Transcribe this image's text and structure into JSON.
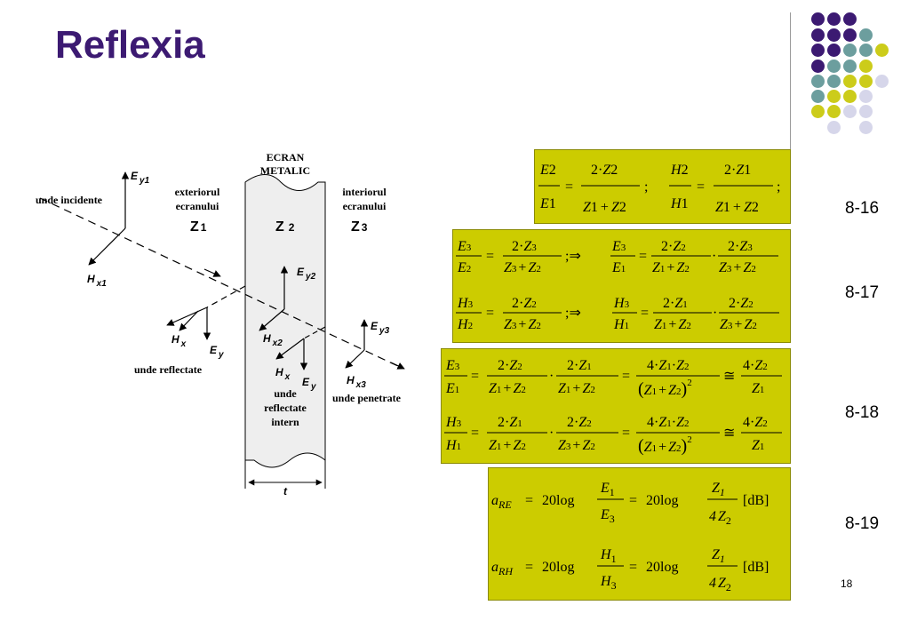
{
  "slide": {
    "title": "Reflexia",
    "page_number": "18"
  },
  "colors": {
    "title": "#3c1a72",
    "box_fill": "#cccc00",
    "dot_purple": "#3c1a72",
    "dot_teal": "#6c9e9e",
    "dot_yellow": "#cccc1a",
    "dot_lavender": "#d6d6ea"
  },
  "diagram": {
    "screen_title_1": "ECRAN",
    "screen_title_2": "METALIC",
    "exterior_1": "exteriorul",
    "exterior_2": "ecranului",
    "interior_1": "interiorul",
    "interior_2": "ecranului",
    "z1": "Z",
    "z1_sub": "1",
    "z2": "Z",
    "z2_sub": "2",
    "z3": "Z",
    "z3_sub": "3",
    "unde_incidente": "unde incidente",
    "unde_reflectate": "unde reflectate",
    "unde_penetrate": "unde penetrate",
    "reflect_int_1": "unde",
    "reflect_int_2": "reflectate",
    "reflect_int_3": "intern",
    "E": "E",
    "H": "H",
    "y1": "y1",
    "x1": "x1",
    "y2": "y2",
    "x2": "x2",
    "y3": "y3",
    "x3": "x3",
    "x": "x",
    "y": "y",
    "t": "t"
  },
  "equations": {
    "eq_8_16": "8-16",
    "eq_8_17": "8-17",
    "eq_8_18": "8-18",
    "eq_8_19": "8-19"
  },
  "math": {
    "E": "E",
    "H": "H",
    "Z": "Z",
    "a": "a",
    "s1": "1",
    "s2": "2",
    "s3": "3",
    "two_dot": "2·",
    "four_dot": "4·",
    "dot": "·",
    "eq": "=",
    "plus": "+",
    "semi": ";",
    "implies": ";⇒",
    "approx": "≅",
    "log": "20log",
    "db": "[dB]",
    "four": "4",
    "RE": "RE",
    "RH": "RH",
    "lp": "(",
    "rp": ")",
    "sq": "2"
  }
}
